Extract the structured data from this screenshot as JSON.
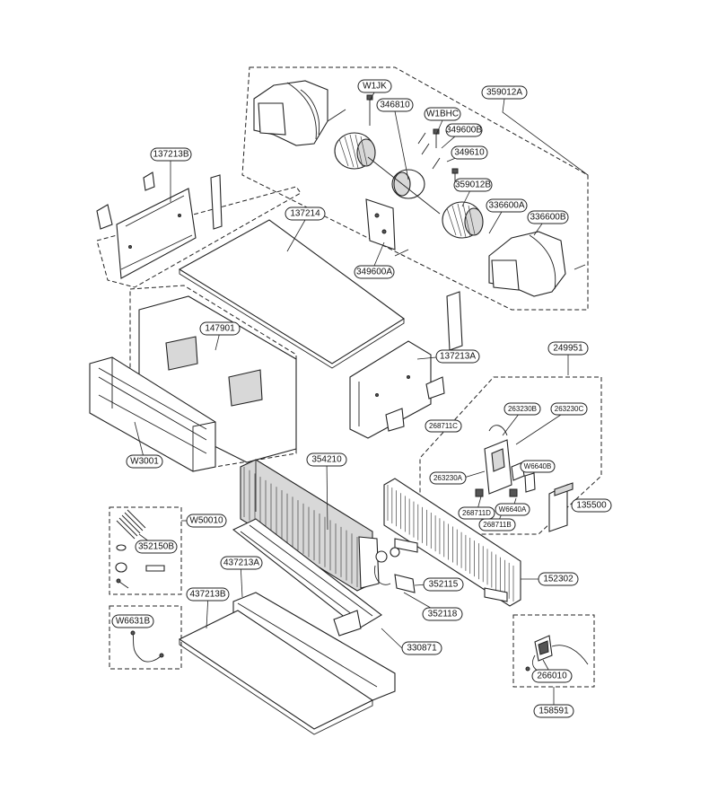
{
  "labels": {
    "w1jk": "W1JK",
    "p346810": "346810",
    "w1bhc": "W1BHC",
    "p359012a": "359012A",
    "p349600b": "349600B",
    "p349610": "349610",
    "p359012b": "359012B",
    "p336600a": "336600A",
    "p336600b": "336600B",
    "p349600a": "349600A",
    "p137213b": "137213B",
    "p137214": "137214",
    "p147901": "147901",
    "p137213a": "137213A",
    "p249951": "249951",
    "p263230b": "263230B",
    "p263230c": "263230C",
    "p268711c": "268711C",
    "w3001": "W3001",
    "p354210": "354210",
    "p263230a": "263230A",
    "w6640b": "W6640B",
    "p268711d": "268711D",
    "w6640a": "W6640A",
    "p268711b": "268711B",
    "p135500": "135500",
    "w50010": "W50010",
    "p352150b": "352150B",
    "p437213a": "437213A",
    "p352115": "352115",
    "p152302": "152302",
    "p437213b": "437213B",
    "p352118": "352118",
    "w6631b": "W6631B",
    "p330871": "330871",
    "p266010": "266010",
    "p158591": "158591"
  }
}
